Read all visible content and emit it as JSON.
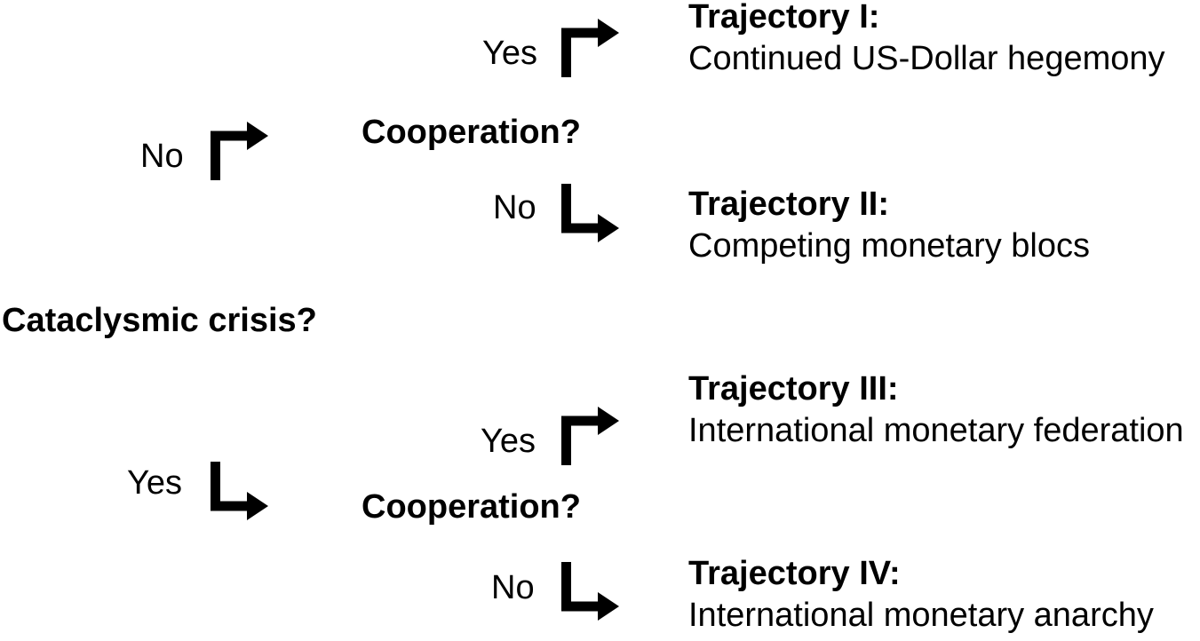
{
  "diagram": {
    "root_question": "Cataclysmic crisis?",
    "branch_no": {
      "label": "No",
      "question": "Cooperation?",
      "yes": {
        "label": "Yes",
        "title": "Trajectory I:",
        "desc": "Continued US-Dollar hegemony"
      },
      "no": {
        "label": "No",
        "title": "Trajectory II:",
        "desc": "Competing monetary blocs"
      }
    },
    "branch_yes": {
      "label": "Yes",
      "question": "Cooperation?",
      "yes": {
        "label": "Yes",
        "title": "Trajectory III:",
        "desc": "International monetary federation"
      },
      "no": {
        "label": "No",
        "title": "Trajectory IV:",
        "desc": "International monetary anarchy"
      }
    },
    "icons": {
      "up_right": "elbow-arrow-up-right",
      "down_right": "elbow-arrow-down-right"
    },
    "colors": {
      "text": "#000000",
      "background": "#ffffff"
    }
  }
}
